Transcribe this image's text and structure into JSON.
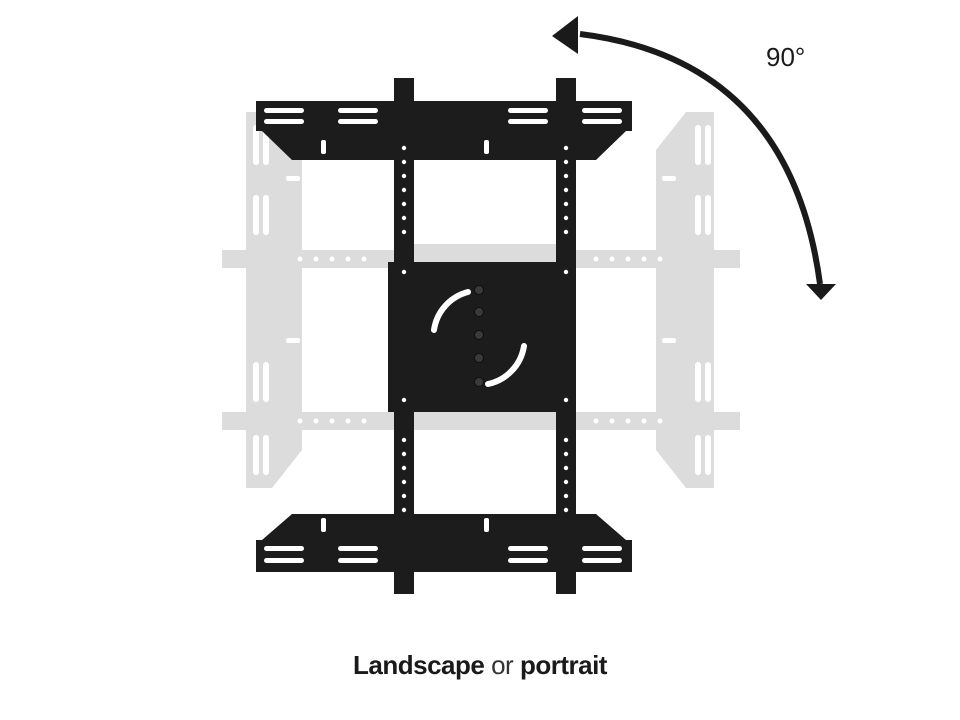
{
  "rotation": {
    "angle_label": "90°",
    "arrow_icon": "curved-rotate-arrow-icon"
  },
  "caption": {
    "part1": "Landscape",
    "connector": "or",
    "part2": "portrait"
  },
  "colors": {
    "mount": "#1c1c1c",
    "ghost": "#dcdcdc",
    "slot": "#ffffff",
    "arrow": "#1a1a1a"
  }
}
